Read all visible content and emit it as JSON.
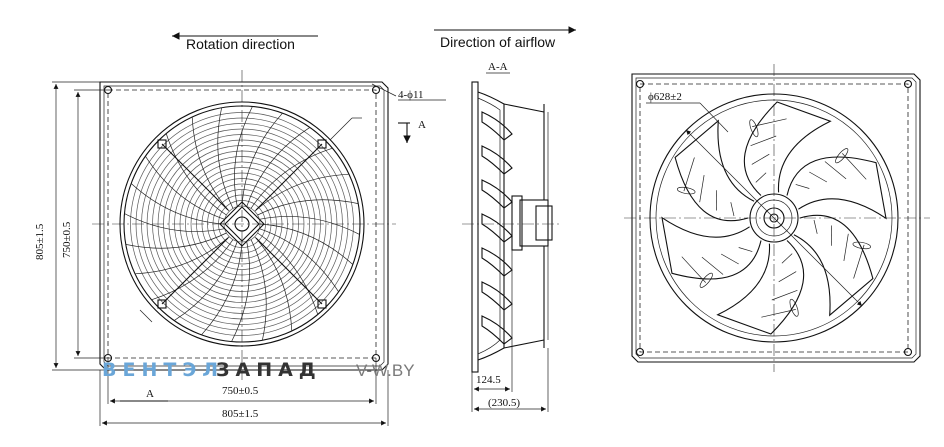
{
  "labels": {
    "rotation_direction": "Rotation direction",
    "airflow_direction": "Direction of airflow",
    "section_label": "A-A",
    "section_marker_top": "A",
    "section_marker_bottom": "A",
    "holes": "4-ϕ11",
    "ring_diameter": "ϕ628±2"
  },
  "dimensions": {
    "inner_horizontal": "750±0.5",
    "outer_horizontal": "805±1.5",
    "inner_vertical": "750±0.5",
    "outer_vertical": "805±1.5",
    "side_depth": "124.5",
    "side_total": "(230.5)"
  },
  "watermark": {
    "part1": "ВЕНТЭЛ",
    "part2": "ЗАПАД",
    "part3": "V-W.BY",
    "color1": "#6aa6d8",
    "color2": "#333333",
    "color3": "#7a7a7a"
  }
}
